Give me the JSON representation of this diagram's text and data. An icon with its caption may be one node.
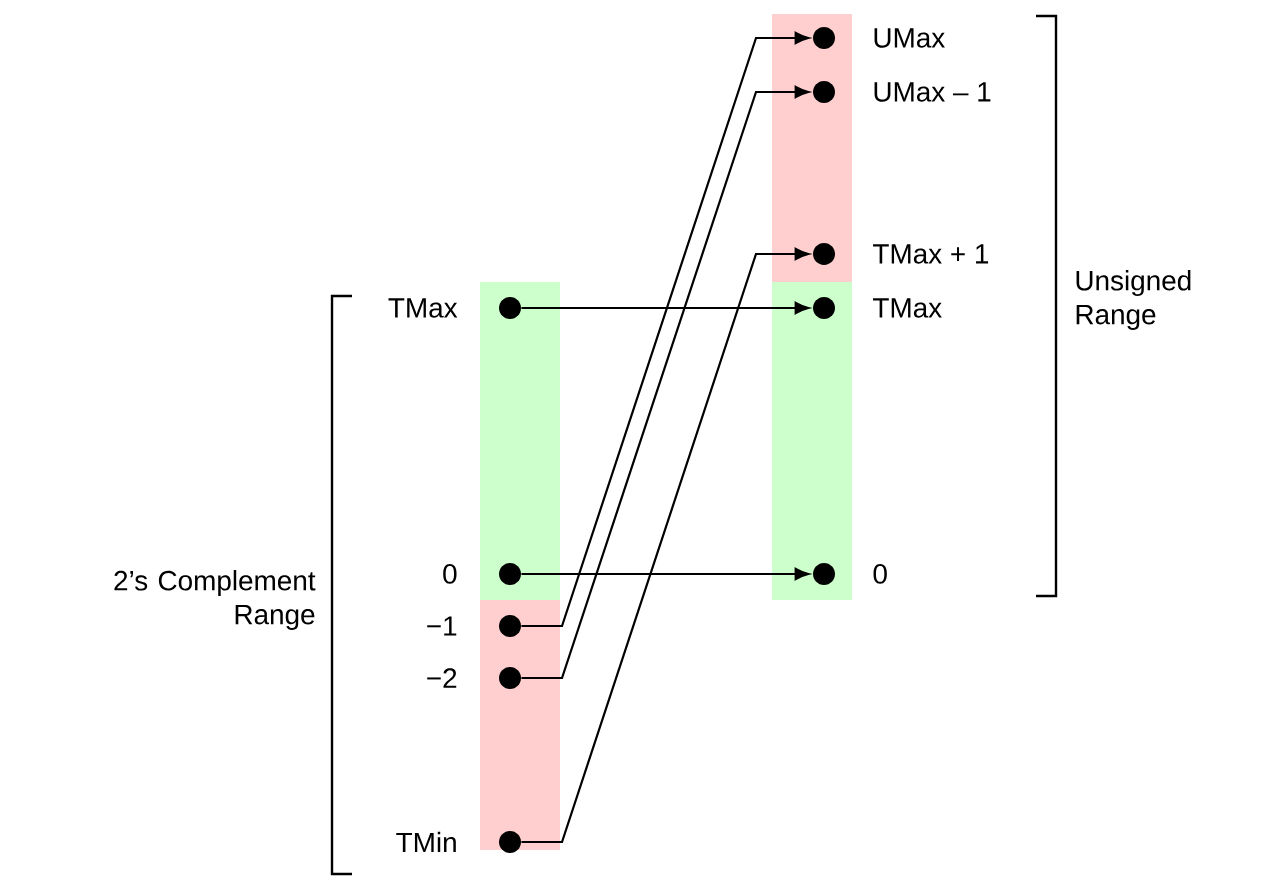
{
  "diagram": {
    "nodes": [
      {
        "text": [],
        "shape": "circle",
        "beside": [
          "TMax"
        ]
      },
      {
        "text": [],
        "shape": "circle",
        "beside": [
          "0"
        ]
      },
      {
        "text": [],
        "shape": "circle",
        "beside": [
          "−1"
        ]
      },
      {
        "text": [],
        "shape": "circle",
        "beside": [
          "−2"
        ]
      },
      {
        "text": [],
        "shape": "circle",
        "beside": [
          "TMin"
        ]
      },
      {
        "text": [],
        "shape": "circle",
        "beside": [
          "UMax"
        ]
      },
      {
        "text": [],
        "shape": "circle",
        "beside": [
          "UMax – 1"
        ]
      },
      {
        "text": [],
        "shape": "circle",
        "beside": [
          "TMax  + 1"
        ]
      },
      {
        "text": [],
        "shape": "circle",
        "beside": [
          "TMax"
        ]
      },
      {
        "text": [],
        "shape": "circle",
        "beside": [
          "0"
        ]
      }
    ],
    "edges": [
      {
        "from": 0,
        "to": 8,
        "arrow": "to"
      },
      {
        "from": 1,
        "to": 9,
        "arrow": "to"
      },
      {
        "from": 2,
        "to": 5,
        "arrow": "to"
      },
      {
        "from": 3,
        "to": 6,
        "arrow": "to"
      },
      {
        "from": 4,
        "to": 7,
        "arrow": "to"
      }
    ],
    "labels": [
      "2’s Complement Range",
      "Unsigned Range"
    ]
  }
}
